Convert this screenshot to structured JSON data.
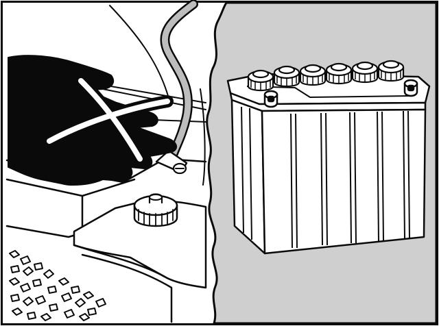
{
  "image": {
    "kind": "technical-illustration",
    "panels": [
      "engine-bay-warning-scene",
      "battery-cutaway"
    ],
    "warning_symbol": "prohibition-x",
    "colors": {
      "ink": "#0a0a0a",
      "paper": "#ffffff",
      "cutaway_background": "#cfcfcf",
      "cable": "#bdbdbd"
    },
    "battery": {
      "cell_caps": 6,
      "terminals": 2
    }
  }
}
